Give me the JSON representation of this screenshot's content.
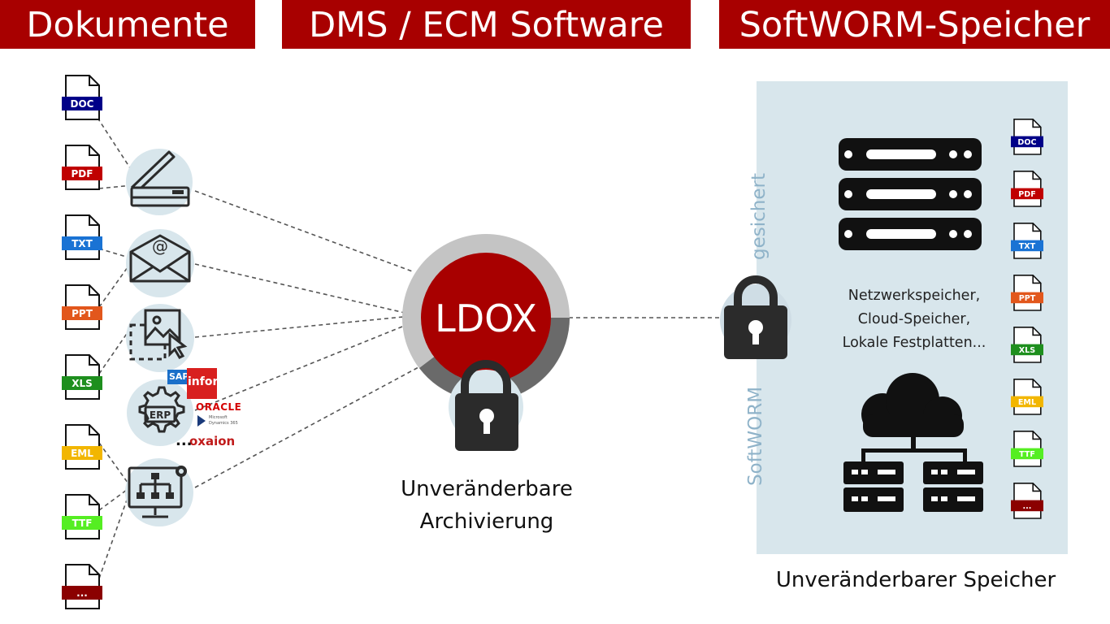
{
  "headers": {
    "documents": "Dokumente",
    "software": "DMS / ECM  Software",
    "storage": "SoftWORM-Speicher"
  },
  "left_files": [
    {
      "label": "DOC",
      "color": "#000088"
    },
    {
      "label": "PDF",
      "color": "#c00000"
    },
    {
      "label": "TXT",
      "color": "#1a73d4"
    },
    {
      "label": "PPT",
      "color": "#e2571c"
    },
    {
      "label": "XLS",
      "color": "#1e8f1e"
    },
    {
      "label": "EML",
      "color": "#f2b600"
    },
    {
      "label": "TTF",
      "color": "#55ee22"
    },
    {
      "label": "...",
      "color": "#8b0000"
    }
  ],
  "right_files": [
    {
      "label": "DOC",
      "color": "#000088"
    },
    {
      "label": "PDF",
      "color": "#c00000"
    },
    {
      "label": "TXT",
      "color": "#1a73d4"
    },
    {
      "label": "PPT",
      "color": "#e2571c"
    },
    {
      "label": "XLS",
      "color": "#1e8f1e"
    },
    {
      "label": "EML",
      "color": "#f2b600"
    },
    {
      "label": "TTF",
      "color": "#55ee22"
    },
    {
      "label": "...",
      "color": "#8b0000"
    }
  ],
  "sources": [
    "scanner-icon",
    "email-icon",
    "image-capture-icon",
    "erp-icon",
    "workflow-icon"
  ],
  "erp_brands": {
    "sap": "SAP",
    "infor": "infor",
    "oracle": "ORACLE",
    "dynamics_1": "Microsoft",
    "dynamics_2": "Dynamics 365",
    "oxaion": "oxaion",
    "more": "..."
  },
  "erp_label": "ERP",
  "email_symbol": "@",
  "ldox_label": "LDOX",
  "ldox_caption_1": "Unveränderbare",
  "ldox_caption_2": "Archivierung",
  "softworm_vertical": "SoftWORM",
  "gesichert_vertical": "gesichert",
  "storage_lines": [
    "Netzwerkspeicher,",
    "Cloud-Speicher,",
    "Lokale Festplatten..."
  ],
  "storage_caption": "Unveränderbarer Speicher",
  "colors": {
    "brand_red": "#a80000",
    "panel": "#d8e6ec",
    "icon_dark": "#2b2b2b",
    "circle_bg": "#d8e6ec"
  }
}
